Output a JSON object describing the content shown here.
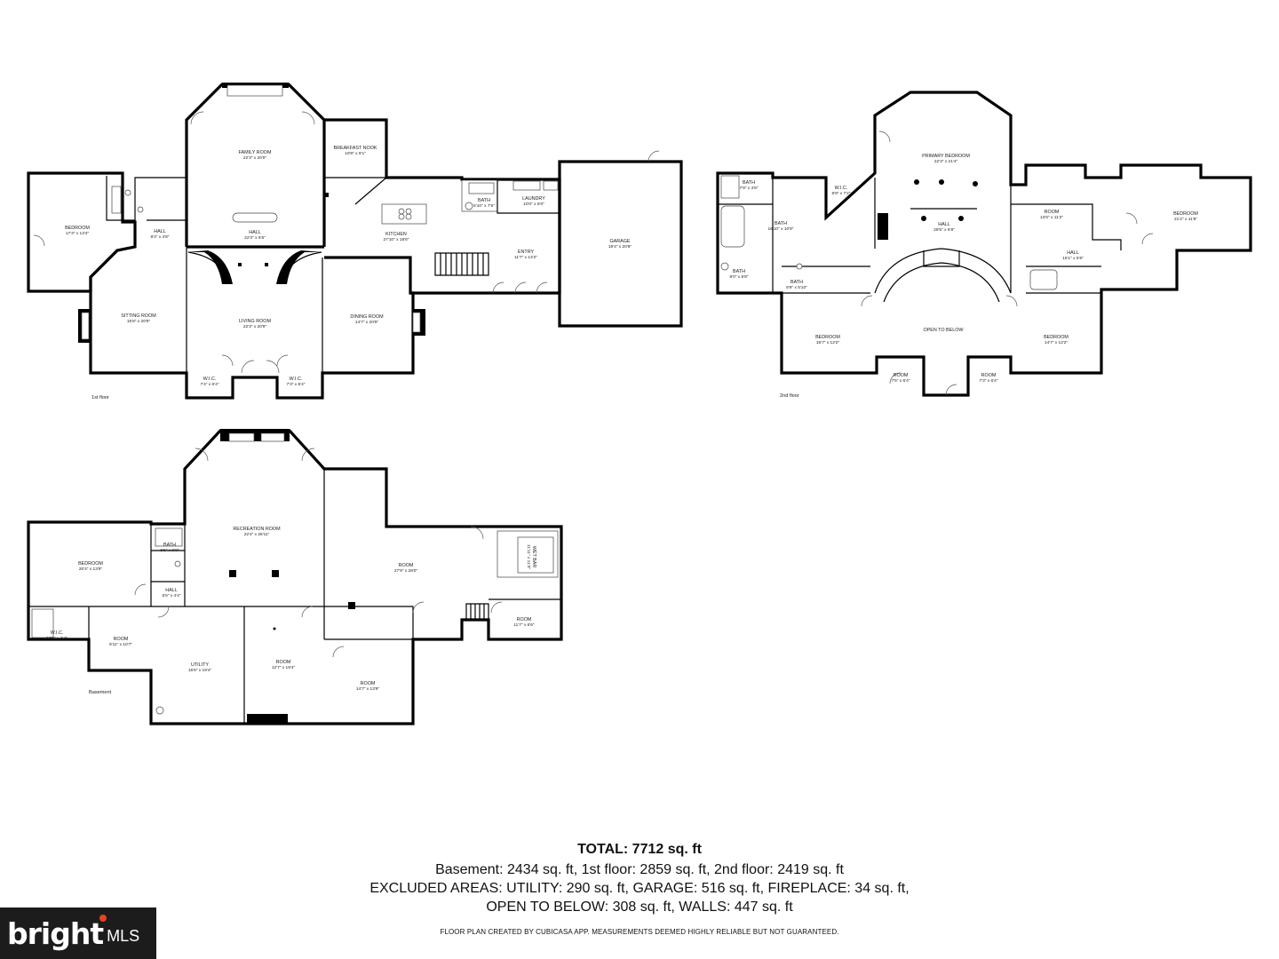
{
  "floors": {
    "first": {
      "label": "1st floor",
      "rooms": [
        {
          "name": "FAMILY ROOM",
          "dims": "22'3\" x 20'0\""
        },
        {
          "name": "BREAKFAST NOOK",
          "dims": "10'8\" x 9'1\""
        },
        {
          "name": "BEDROOM",
          "dims": "17'3\" x 13'4\""
        },
        {
          "name": "HALL",
          "dims": "8'4\" x 4'8\""
        },
        {
          "name": "HALL",
          "dims": "22'3\" x 5'6\""
        },
        {
          "name": "KITCHEN",
          "dims": "27'10\" x 18'6\""
        },
        {
          "name": "BATH",
          "dims": "5'10\" x 7'5\""
        },
        {
          "name": "LAUNDRY",
          "dims": "10'0\" x 5'0\""
        },
        {
          "name": "GARAGE",
          "dims": "19'4\" x 20'8\""
        },
        {
          "name": "ENTRY",
          "dims": "11'7\" x 13'2\""
        },
        {
          "name": "SITTING ROOM",
          "dims": "15'8\" x 20'9\""
        },
        {
          "name": "LIVING ROOM",
          "dims": "22'3\" x 20'9\""
        },
        {
          "name": "DINING ROOM",
          "dims": "14'7\" x 20'9\""
        },
        {
          "name": "W.I.C.",
          "dims": "7'4\" x 6'4\""
        },
        {
          "name": "W.I.C.",
          "dims": "7'3\" x 6'4\""
        }
      ]
    },
    "second": {
      "label": "2nd floor",
      "rooms": [
        {
          "name": "PRIMARY BEDROOM",
          "dims": "22'3\" x 21'4\""
        },
        {
          "name": "W.I.C.",
          "dims": "8'9\" x 7'2\""
        },
        {
          "name": "BATH",
          "dims": "16'10\" x 10'9\""
        },
        {
          "name": "BATH",
          "dims": "7'9\" x 4'8\""
        },
        {
          "name": "HALL",
          "dims": "28'5\" x 6'8\""
        },
        {
          "name": "ROOM",
          "dims": "13'6\" x 11'2\""
        },
        {
          "name": "BEDROOM",
          "dims": "21'2\" x 11'8\""
        },
        {
          "name": "HALL",
          "dims": "15'1\" x 5'6\""
        },
        {
          "name": "BATH",
          "dims": "8'0\" x 5'8\""
        },
        {
          "name": "BATH",
          "dims": "8'9\" x 5'10\""
        },
        {
          "name": "BEDROOM",
          "dims": "15'7\" x 12'2\""
        },
        {
          "name": "OPEN TO BELOW",
          "dims": ""
        },
        {
          "name": "BEDROOM",
          "dims": "14'7\" x 12'2\""
        },
        {
          "name": "ROOM",
          "dims": "7'5\" x 6'4\""
        },
        {
          "name": "ROOM",
          "dims": "7'3\" x 6'4\""
        }
      ]
    },
    "basement": {
      "label": "Basement",
      "rooms": [
        {
          "name": "RECREATION ROOM",
          "dims": "22'4\" x 28'11\""
        },
        {
          "name": "BEDROOM",
          "dims": "20'4\" x 13'9\""
        },
        {
          "name": "BATH",
          "dims": "5'5\" x 9'0\""
        },
        {
          "name": "HALL",
          "dims": "5'5\" x 4'4\""
        },
        {
          "name": "ROOM",
          "dims": "27'9\" x 28'0\""
        },
        {
          "name": "WET BAR",
          "dims": "11'11\" x 11'0\""
        },
        {
          "name": "W.I.C.",
          "dims": "10'0\" x 3'4\""
        },
        {
          "name": "ROOM",
          "dims": "9'11\" x 10'7\""
        },
        {
          "name": "UTILITY",
          "dims": "15'6\" x 19'4\""
        },
        {
          "name": "ROOM",
          "dims": "12'7\" x 19'4\""
        },
        {
          "name": "ROOM",
          "dims": "11'7\" x 6'6\""
        },
        {
          "name": "ROOM",
          "dims": "14'7\" x 13'9\""
        }
      ]
    }
  },
  "summary": {
    "total": "TOTAL: 7712 sq. ft",
    "line1": "Basement: 2434 sq. ft, 1st floor: 2859 sq. ft, 2nd floor: 2419 sq. ft",
    "line2": "EXCLUDED AREAS: UTILITY: 290 sq. ft, GARAGE: 516 sq. ft, FIREPLACE: 34 sq. ft,",
    "line3": "OPEN TO BELOW: 308 sq. ft, WALLS: 447 sq. ft",
    "credit": "FLOOR PLAN CREATED BY CUBICASA APP. MEASUREMENTS DEEMED HIGHLY RELIABLE BUT NOT GUARANTEED."
  },
  "branding": {
    "logo_word": "bright",
    "logo_suffix": "MLS",
    "accent_color": "#e8431f",
    "logo_background": "#1c1c1c"
  }
}
